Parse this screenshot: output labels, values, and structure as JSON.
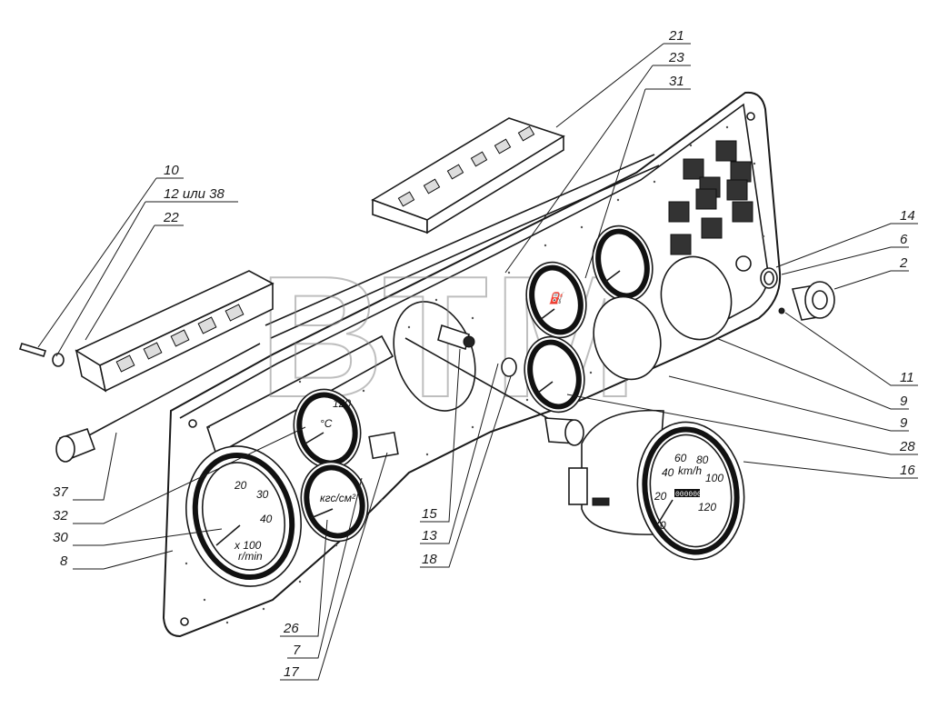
{
  "watermark": {
    "text": "ВТМ",
    "mark": "®"
  },
  "callouts": [
    {
      "id": "c21",
      "text": "21"
    },
    {
      "id": "c23",
      "text": "23"
    },
    {
      "id": "c31",
      "text": "31"
    },
    {
      "id": "c10",
      "text": "10"
    },
    {
      "id": "c12",
      "text": "12 или 38"
    },
    {
      "id": "c22",
      "text": "22"
    },
    {
      "id": "c14",
      "text": "14"
    },
    {
      "id": "c6",
      "text": "6"
    },
    {
      "id": "c2",
      "text": "2"
    },
    {
      "id": "c11",
      "text": "11"
    },
    {
      "id": "c9a",
      "text": "9"
    },
    {
      "id": "c9b",
      "text": "9"
    },
    {
      "id": "c28",
      "text": "28"
    },
    {
      "id": "c16",
      "text": "16"
    },
    {
      "id": "c37",
      "text": "37"
    },
    {
      "id": "c32",
      "text": "32"
    },
    {
      "id": "c30",
      "text": "30"
    },
    {
      "id": "c8",
      "text": "8"
    },
    {
      "id": "c15",
      "text": "15"
    },
    {
      "id": "c13",
      "text": "13"
    },
    {
      "id": "c18",
      "text": "18"
    },
    {
      "id": "c26",
      "text": "26"
    },
    {
      "id": "c7",
      "text": "7"
    },
    {
      "id": "c17",
      "text": "17"
    }
  ],
  "speedometer": {
    "ticks": [
      "0",
      "20",
      "40",
      "60",
      "80",
      "100",
      "120"
    ],
    "unit": "km/h",
    "odometer": "000000"
  },
  "tachometer": {
    "ticks": [
      "20",
      "30",
      "40"
    ],
    "unit": "r/min",
    "scale": "x 100"
  },
  "temp_gauge": {
    "unit": "°C",
    "top": "120"
  },
  "pressure_gauge": {
    "unit": "кгс/см²"
  }
}
